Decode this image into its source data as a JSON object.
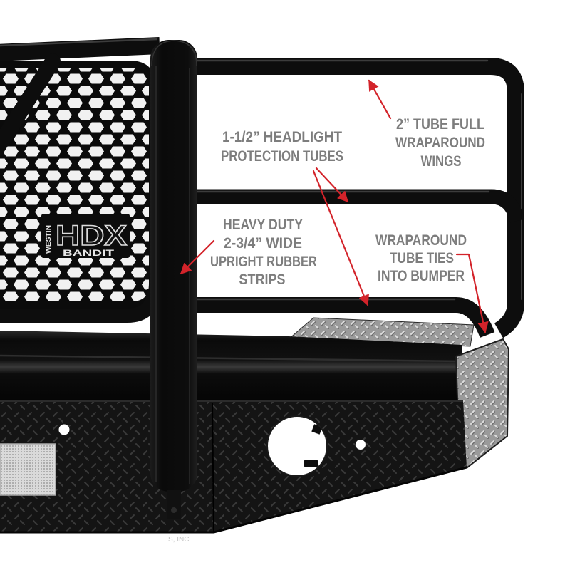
{
  "logo": {
    "brand": "WESTIN",
    "model": "HDX",
    "submodel": "BANDIT"
  },
  "callouts": {
    "headlight_tubes": {
      "lines": [
        "1-1/2” HEADLIGHT",
        "PROTECTION TUBES"
      ]
    },
    "wraparound_wings": {
      "lines": [
        "2” TUBE FULL",
        "WRAPAROUND",
        "WINGS"
      ]
    },
    "rubber_strips": {
      "lines": [
        "HEAVY DUTY",
        "2-3/4” WIDE",
        "UPRIGHT RUBBER",
        "STRIPS"
      ]
    },
    "tube_ties": {
      "lines": [
        "WRAPAROUND",
        "TUBE TIES",
        "INTO BUMPER"
      ]
    }
  },
  "watermark": "S, INC",
  "colors": {
    "background": "#ffffff",
    "callout_text": "#7d7d7d",
    "callout_halo": "#ffffff",
    "arrow": "#d3232a",
    "powder_coat": "#0d0d0d"
  }
}
